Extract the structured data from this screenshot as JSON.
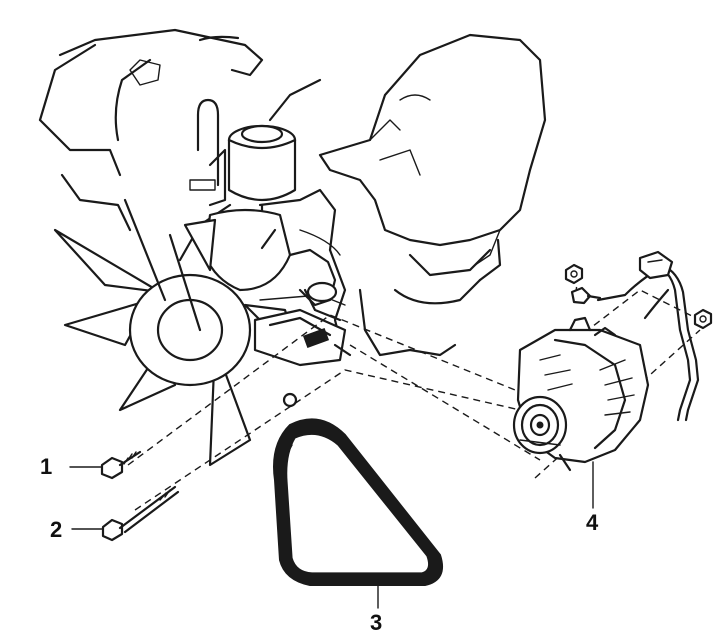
{
  "callouts": {
    "item1": "1",
    "item2": "2",
    "item3": "3",
    "item4": "4"
  }
}
